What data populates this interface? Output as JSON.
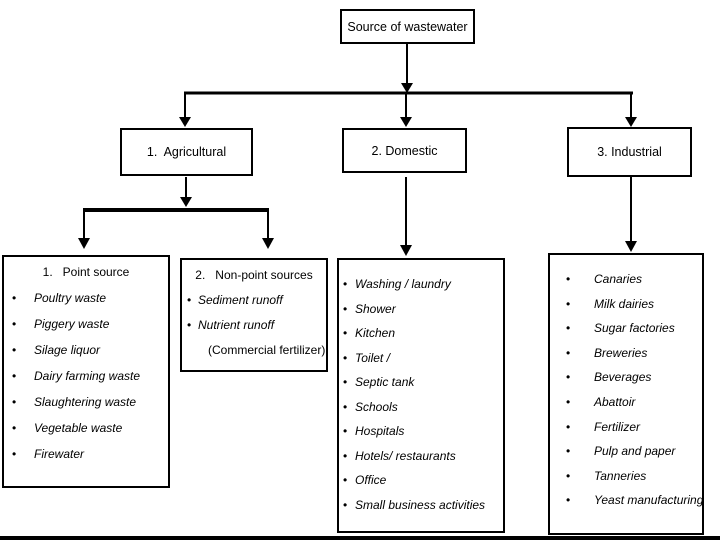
{
  "page": {
    "background": "#ffffff",
    "ink": "#000000"
  },
  "root": {
    "label": "Source of wastewater"
  },
  "categories": {
    "agricultural": {
      "label": "1.  Agricultural"
    },
    "domestic": {
      "label": "2. Domestic"
    },
    "industrial": {
      "label": "3. Industrial"
    }
  },
  "point_source": {
    "title": "1.   Point source",
    "items": [
      "Poultry waste",
      "Piggery waste",
      "Silage liquor",
      "Dairy farming waste",
      "Slaughtering waste",
      "Vegetable waste",
      "Firewater"
    ]
  },
  "non_point": {
    "title": "2.   Non-point sources",
    "items": [
      "Sediment runoff",
      "Nutrient runoff"
    ],
    "note": "(Commercial fertilizer)"
  },
  "domestic_list": {
    "items": [
      "Washing / laundry",
      "Shower",
      "Kitchen",
      "Toilet /",
      "Septic tank",
      "Schools",
      "Hospitals",
      "Hotels/ restaurants",
      "Office",
      "Small business activities"
    ]
  },
  "industrial_list": {
    "items": [
      "Canaries",
      "Milk dairies",
      "Sugar factories",
      "Breweries",
      "Beverages",
      "Abattoir",
      "Fertilizer",
      "Pulp and paper",
      "Tanneries",
      "Yeast manufacturing"
    ]
  }
}
